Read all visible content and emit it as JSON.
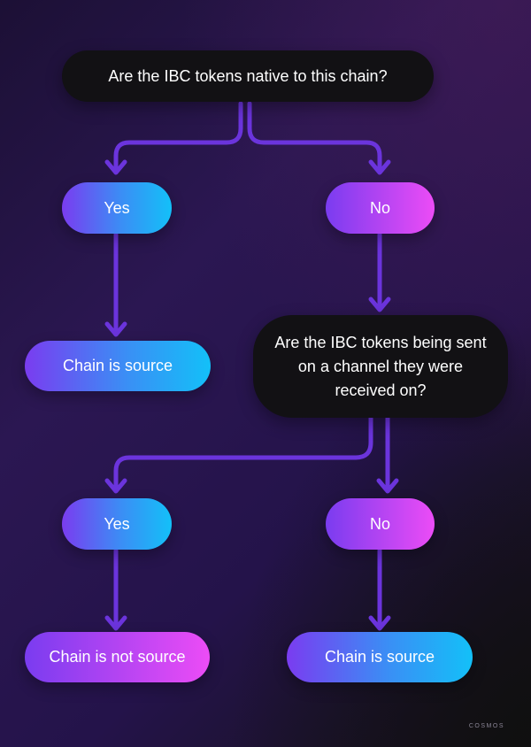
{
  "nodes": {
    "q1": "Are the IBC tokens native to this chain?",
    "yes1": "Yes",
    "no1": "No",
    "source1": "Chain is source",
    "q2": "Are the IBC tokens being sent on a channel they were received on?",
    "yes2": "Yes",
    "no2": "No",
    "not_source": "Chain is not source",
    "source2": "Chain is source"
  },
  "brand": "COSMOS",
  "colors": {
    "connector": "#6b34dc",
    "question_bg": "#121114",
    "pill_blue_end": "#13c0f8",
    "pill_pink_end": "#ec4cf6",
    "pill_start": "#7a3cf0"
  }
}
